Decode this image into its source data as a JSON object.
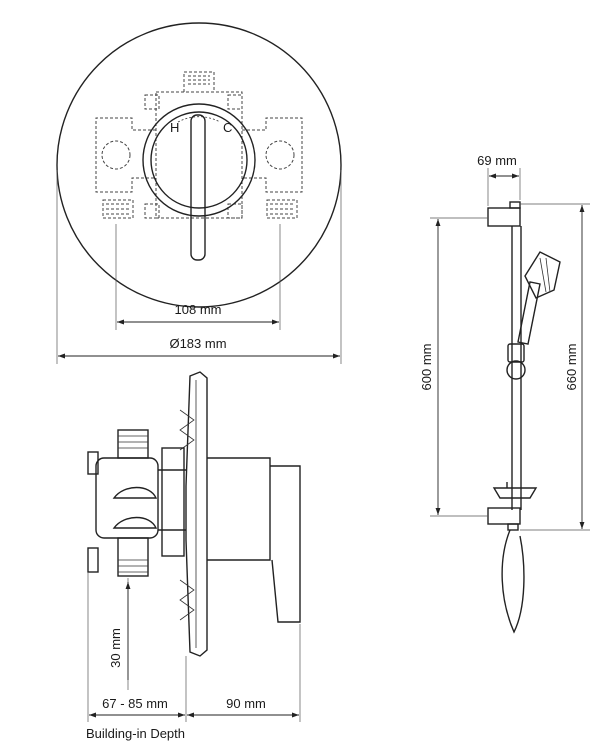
{
  "dimensions": {
    "valve_spacing": "108 mm",
    "plate_diameter": "Ø183 mm",
    "bar_width": "69 mm",
    "bar_length": "600 mm",
    "bar_total": "660 mm",
    "outlet_offset": "30 mm",
    "building_depth": "67 - 85 mm",
    "projection": "90 mm"
  },
  "captions": {
    "building_in": "Building-in Depth"
  }
}
